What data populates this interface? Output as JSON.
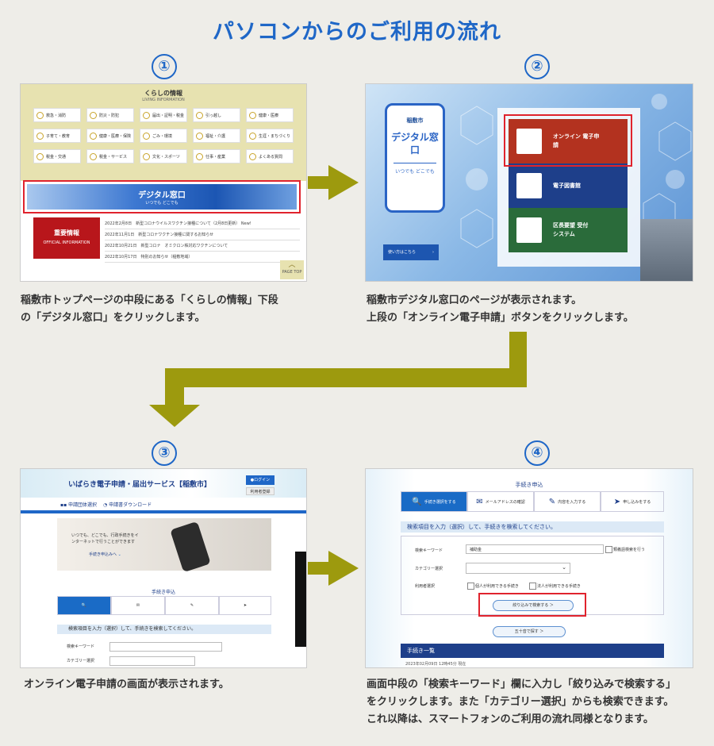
{
  "title": "パソコンからのご利用の流れ",
  "steps": [
    {
      "num": "①",
      "desc_lines": [
        "稲敷市トップページの中段にある「くらしの情報」下段",
        "の「デジタル窓口」をクリックします。"
      ],
      "screen": {
        "heading": "くらしの情報",
        "subheading": "LIVING INFORMATION",
        "tiles": [
          "救急・消防",
          "防災・防犯",
          "届出・証明・税金",
          "引っ越し",
          "健康・医療",
          "子育て・教育",
          "健康・医療・保険",
          "ごみ・環境",
          "福祉・介護",
          "生涯・まちづくり",
          "税金・交通",
          "税金・サービス",
          "文化・スポーツ",
          "仕事・産業",
          "よくある質問"
        ],
        "banner": "デジタル窓口",
        "banner_sub": "いつでも どこでも",
        "important": "重要情報",
        "important_sub": "OFFICIAL INFORMATION",
        "news": [
          "2022年2月8日　新型コロナウイルスワクチン接種について（2月8日更新） New!",
          "2022年11月1日　新型コロナワクチン接種に関するお知らせ",
          "2022年10月21日　新型コロナ　オミクロン株対応ワクチンについて",
          "2022年10月17日　特別のお知らせ（稲敷地域）"
        ],
        "pagetop": "PAGE TOP"
      }
    },
    {
      "num": "②",
      "desc_lines": [
        "稲敷市デジタル窓口のページが表示されます。",
        "上段の「オンライン電子申請」ボタンをクリックします。"
      ],
      "screen": {
        "city": "稲敷市",
        "window": "デジタル窓口",
        "tagline": "いつでも どこでも",
        "howto": "使い方はこちら",
        "buttons": [
          "オンライン 電子申請",
          "電子図書館",
          "区長要望 受付システム"
        ]
      }
    },
    {
      "num": "③",
      "desc_lines": [
        "オンライン電子申請の画面が表示されます。"
      ],
      "screen": {
        "service": "いばらき電子申請・届出サービス【稲敷市】",
        "login": "ログイン",
        "register": "利用者登録",
        "tab1": "申請団体選択",
        "tab2": "申請書ダウンロード",
        "hero_text": "いつでも、どこでも、行政手続きをインターネットで行うことができます",
        "hero_btn": "手続き申込みへ",
        "section": "手続き申込",
        "search_title": "検索項目を入力（選択）して、手続きを検索してください。",
        "keyword": "検索キーワード",
        "category": "カテゴリー選択"
      }
    },
    {
      "num": "④",
      "desc_lines": [
        "画面中段の「検索キーワード」欄に入力し「絞り込みで検索する」",
        "をクリックします。また「カテゴリー選択」からも検索できます。",
        "これ以降は、スマートフォンのご利用の流れ同様となります。"
      ],
      "screen": {
        "section": "手続き申込",
        "step_labels": [
          "手続き選択をする",
          "メールアドレスの確認",
          "内容を入力する",
          "申し込みをする"
        ],
        "search_title": "検索項目を入力（選択）して、手続きを検索してください。",
        "keyword_label": "検索キーワード",
        "keyword_value": "補助金",
        "synonym": "類義語検索を行う",
        "category_label": "カテゴリー選択",
        "user_label": "利用者選択",
        "user_opt1": "個人が利用できる手続き",
        "user_opt2": "法人が利用できる手続き",
        "search_btn": "絞り込みで検索する",
        "kana_btn": "五十音で探す",
        "list_title": "手続き一覧",
        "list_date": "2023年02月09日 12時45分 現在"
      }
    }
  ],
  "colors": {
    "accent": "#1f67c7",
    "arrow": "#9d9a0e",
    "highlight": "#e0232d"
  }
}
